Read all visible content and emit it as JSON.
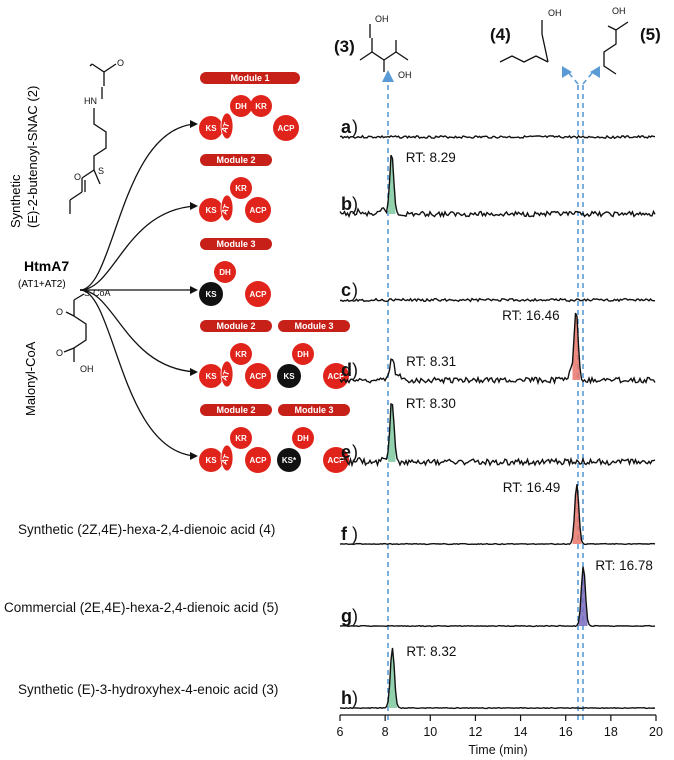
{
  "substrates": {
    "butenoyl_line1": "Synthetic",
    "butenoyl_line2": "(E)-2-butenoyl-SNAC (2)",
    "enzyme_name": "HtmA7",
    "enzyme_sub": "(AT1+AT2)",
    "malonyl": "Malonyl-CoA",
    "atom_HN": "HN",
    "atom_S": "S",
    "atom_O": "O",
    "atom_SCoA": "S-CoA",
    "atom_OH": "OH"
  },
  "compounds": {
    "c3": "(3)",
    "c4": "(4)",
    "c5": "(5)",
    "oh": "OH",
    "o": "O"
  },
  "modules": [
    {
      "row": 1,
      "blocks": [
        {
          "title": "Module 1",
          "domains": [
            "KS",
            "AT0",
            "DH",
            "KR",
            "ACP"
          ]
        }
      ]
    },
    {
      "row": 2,
      "blocks": [
        {
          "title": "Module 2",
          "domains": [
            "KS",
            "AT0",
            "KR",
            "ACP"
          ]
        }
      ]
    },
    {
      "row": 3,
      "blocks": [
        {
          "title": "Module 3",
          "domains": [
            "KS",
            "DH",
            "ACP"
          ]
        }
      ]
    },
    {
      "row": 4,
      "blocks": [
        {
          "title": "Module 2",
          "domains": [
            "KS",
            "AT0",
            "KR",
            "ACP"
          ]
        },
        {
          "title": "Module 3",
          "domains": [
            "KS",
            "DH",
            "ACP"
          ]
        }
      ]
    },
    {
      "row": 5,
      "blocks": [
        {
          "title": "Module 2",
          "domains": [
            "KS",
            "AT0",
            "KR",
            "ACP"
          ]
        },
        {
          "title": "Module 3",
          "domains": [
            "KS*",
            "DH",
            "ACP"
          ]
        }
      ]
    }
  ],
  "left_captions": {
    "f": "Synthetic (2Z,4E)-hexa-2,4-dienoic acid (4)",
    "g": "Commercial (2E,4E)-hexa-2,4-dienoic acid (5)",
    "h": "Synthetic (E)-3-hydroxyhex-4-enoic acid (3)"
  },
  "colors": {
    "domain_red": "#e0241b",
    "domain_black": "#111111",
    "module_bar": "#c62018",
    "arrow_blue": "#5b9bd5",
    "peak_green": "#7fc9a0",
    "peak_red": "#e8766b",
    "peak_purple": "#7b6bc0"
  },
  "chart_data": {
    "type": "line",
    "xlabel": "Time (min)",
    "xlim": [
      6,
      20
    ],
    "xticks": [
      6,
      8,
      10,
      12,
      14,
      16,
      18,
      20
    ],
    "traces": [
      {
        "panel": "a",
        "peaks": []
      },
      {
        "panel": "b",
        "peaks": [
          {
            "rt": 8.29,
            "label": "RT: 8.29",
            "color": "green"
          }
        ]
      },
      {
        "panel": "c",
        "peaks": []
      },
      {
        "panel": "d",
        "peaks": [
          {
            "rt": 8.31,
            "label": "RT: 8.31",
            "color": "none"
          },
          {
            "rt": 16.46,
            "label": "RT: 16.46",
            "color": "red"
          }
        ]
      },
      {
        "panel": "e",
        "peaks": [
          {
            "rt": 8.3,
            "label": "RT: 8.30",
            "color": "green"
          }
        ]
      },
      {
        "panel": "f",
        "peaks": [
          {
            "rt": 16.49,
            "label": "RT: 16.49",
            "color": "red"
          }
        ]
      },
      {
        "panel": "g",
        "peaks": [
          {
            "rt": 16.78,
            "label": "RT: 16.78",
            "color": "purple"
          }
        ]
      },
      {
        "panel": "h",
        "peaks": [
          {
            "rt": 8.32,
            "label": "RT: 8.32",
            "color": "green"
          }
        ]
      }
    ],
    "panel_letters": [
      "a",
      "b",
      "c",
      "d",
      "e",
      "f",
      "g",
      "h"
    ],
    "paren": ")"
  }
}
